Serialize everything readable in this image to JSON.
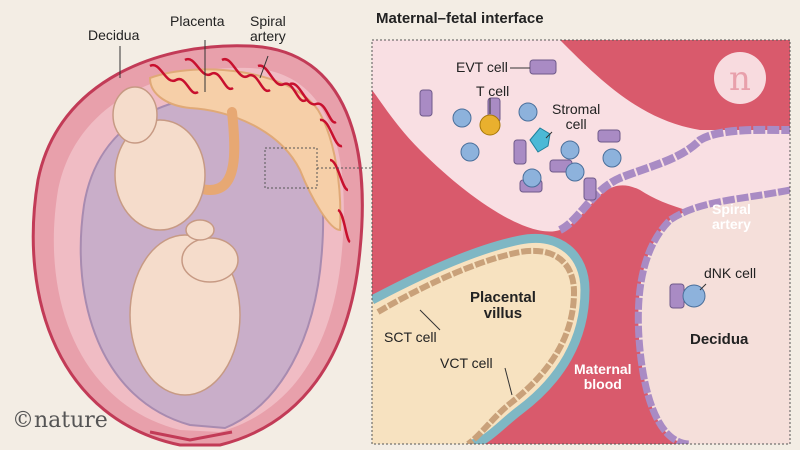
{
  "left_labels": {
    "decidua": "Decidua",
    "placenta": "Placenta",
    "spiral_artery": "Spiral\nartery"
  },
  "panel": {
    "title": "Maternal–fetal interface",
    "labels": {
      "evt_cell": "EVT cell",
      "t_cell": "T cell",
      "stromal_cell": "Stromal\ncell",
      "spiral_artery": "Spiral\nartery",
      "dnk_cell": "dNK cell",
      "placental_villus": "Placental\nvillus",
      "sct_cell": "SCT cell",
      "vct_cell": "VCT cell",
      "maternal_blood": "Maternal\nblood",
      "decidua": "Decidua"
    }
  },
  "credit": "©nature",
  "logo_letter": "n",
  "colors": {
    "background": "#f3ede4",
    "uterus_outer": "#e8a0ab",
    "uterus_inner": "#c9aec9",
    "placenta": "#f6cfa8",
    "blood": "#d95a6c",
    "artery_red": "#c8102e",
    "villus": "#f7e2c0",
    "cell_purple": "#a98bc4",
    "cell_blue": "#8db2dc",
    "t_cell": "#e9b02e",
    "stromal": "#4cb9d6"
  }
}
